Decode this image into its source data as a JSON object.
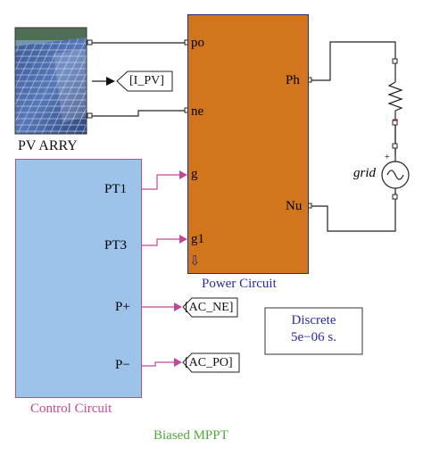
{
  "pv_block": {
    "label": "PV ARRY"
  },
  "power_block": {
    "title": "Power Circuit",
    "ports_left": [
      "po",
      "ne",
      "g",
      "g1"
    ],
    "ports_right": [
      "Ph",
      "Nu"
    ],
    "color": "#D2761E",
    "border": "#2B2B7A"
  },
  "control_block": {
    "title": "Control Circuit",
    "ports_right": [
      "PT1",
      "PT3",
      "P+",
      "P−"
    ],
    "color": "#9DC3EA",
    "border": "#C0479A"
  },
  "goto_tags": [
    "[I_PV]",
    "[AC_NE]",
    "[AC_PO]"
  ],
  "grid": {
    "label": "grid",
    "sign": "+"
  },
  "solver": {
    "line1": "Discrete",
    "line2": "5e−06 s."
  },
  "caption": "Biased MPPT",
  "colors": {
    "title_text": "#2B2B9A",
    "control_text": "#C0479A",
    "caption_text": "#4FA83A",
    "wire": "#222222",
    "signal": "#C0479A"
  }
}
